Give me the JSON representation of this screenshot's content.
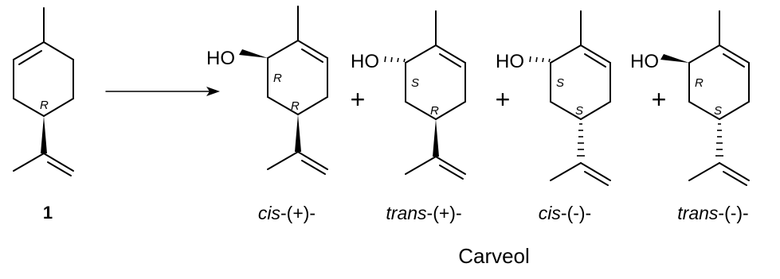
{
  "starting_material": {
    "number": "1",
    "stereo": "R"
  },
  "reaction_arrow": "→",
  "plus_sign": "+",
  "products": [
    {
      "hydroxyl": "HO",
      "stereo_c1": "R",
      "stereo_c2": "R",
      "caption_prefix": "cis",
      "caption_suffix": "-(+)-"
    },
    {
      "hydroxyl": "HO",
      "stereo_c1": "S",
      "stereo_c2": "R",
      "caption_prefix": "trans",
      "caption_suffix": "-(+)-"
    },
    {
      "hydroxyl": "HO",
      "stereo_c1": "S",
      "stereo_c2": "S",
      "caption_prefix": "cis",
      "caption_suffix": "-(-)-"
    },
    {
      "hydroxyl": "HO",
      "stereo_c1": "R",
      "stereo_c2": "S",
      "caption_prefix": "trans",
      "caption_suffix": "-(-)-"
    }
  ],
  "product_name": "Carveol"
}
